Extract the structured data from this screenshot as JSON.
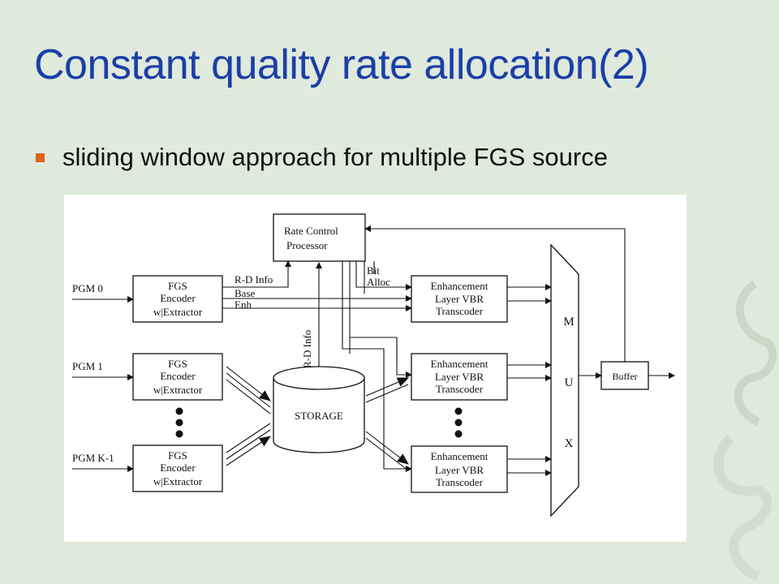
{
  "slide": {
    "title": "Constant quality rate allocation(2)",
    "bullet": "sliding window approach for multiple FGS source"
  },
  "colors": {
    "title": "#1b3fa6",
    "bullet_marker": "#d9641b",
    "background": "#dfe9dc",
    "figure_background": "#ffffff"
  },
  "diagram": {
    "rate_control": [
      "Rate Control",
      "Processor"
    ],
    "inputs": [
      "PGM 0",
      "PGM 1",
      "PGM K-1"
    ],
    "encoder_lines": [
      "FGS",
      "Encoder",
      "w|Extractor"
    ],
    "labels": {
      "rd_info_top": "R-D Info",
      "rd_info_vertical": "R-D Info",
      "base": "Base",
      "enh": "Enh",
      "bit": "Bit",
      "alloc": "Alloc"
    },
    "storage": "STORAGE",
    "transcoder_lines": [
      "Enhancement",
      "Layer VBR",
      "Transcoder"
    ],
    "mux": [
      "M",
      "U",
      "X"
    ],
    "buffer": "Buffer"
  }
}
